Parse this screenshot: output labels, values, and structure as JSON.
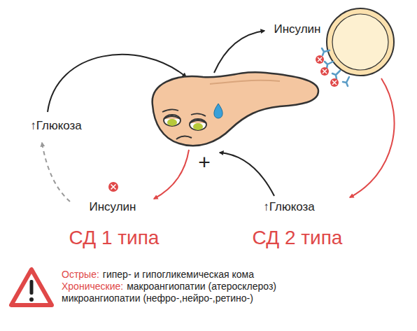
{
  "diagram": {
    "labels": [
      "↑Глюкоза",
      "Инсулин",
      "+",
      "Инсулин",
      "↑Глюкоза",
      "СД 1 типа",
      "СД 2 типа",
      "Острые:",
      "гипер- и гипогликемическая кома",
      "Хронические:",
      "макроангиопатии (атеросклероз)",
      "микроангиопатии (нефро-,нейро-,ретино-)"
    ]
  }
}
